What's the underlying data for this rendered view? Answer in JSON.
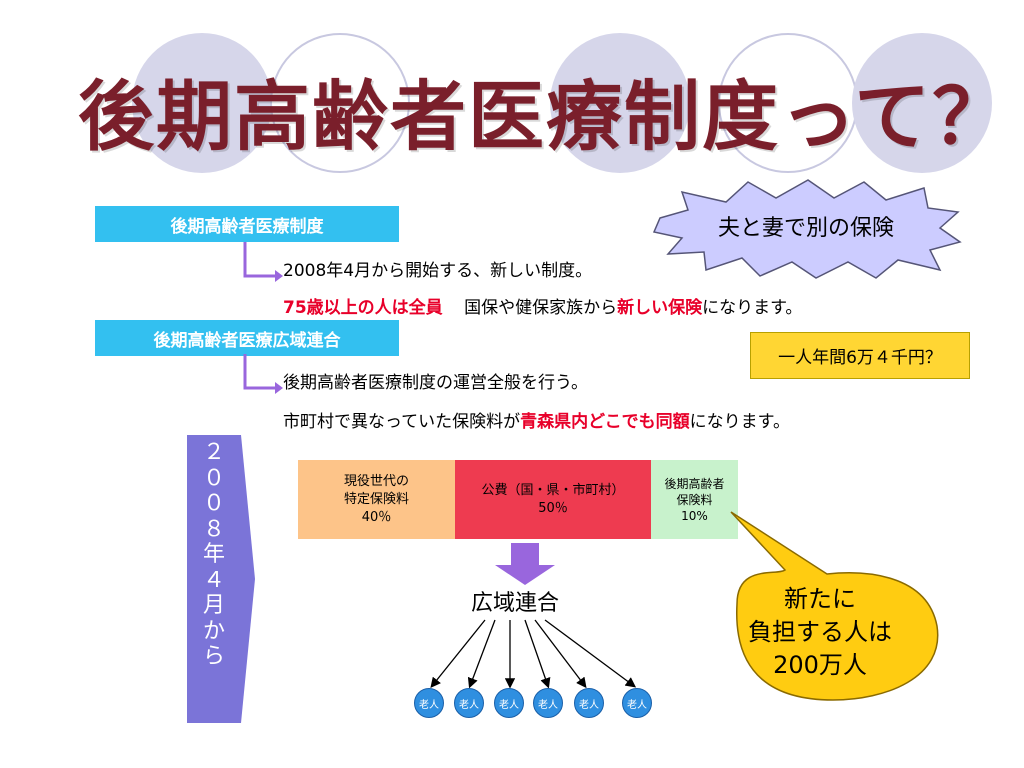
{
  "title": "後期高齢者医療制度って？",
  "section1": {
    "label": "後期高齢者医療制度",
    "line1": "2008年4月から開始する、新しい制度。",
    "line2": {
      "red_lead": "75歳以上の人は全員",
      "plain": "国保や健保家族から",
      "red_mid": "新しい保険",
      "tail": "になります。"
    }
  },
  "section2": {
    "label": "後期高齢者医療広域連合",
    "line1": "後期高齢者医療制度の運営全般を行う。",
    "line2": {
      "plain": "市町村で異なっていた保険料が",
      "red": "青森県内どこでも同額",
      "tail": "になります。"
    }
  },
  "burst": {
    "text": "夫と妻で別の保険"
  },
  "price_box": {
    "text": "一人年間6万４千円？"
  },
  "year_banner": {
    "text": "２\n０\n０\n８\n年\n４\n月\nか\nら"
  },
  "funding": {
    "segments": [
      {
        "text": "現役世代の\n特定保険料\n40％",
        "color": "#fdc489"
      },
      {
        "text": "公費（国・県・市町村）\n50％",
        "color": "#ee3b50"
      },
      {
        "text": "後期高齢者\n保険料\n10%",
        "color": "#c8f2cc"
      }
    ]
  },
  "union": {
    "label": "広域連合"
  },
  "persons": [
    "老人",
    "老人",
    "老人",
    "老人",
    "老人",
    "老人"
  ],
  "bubble": {
    "text": "新たに\n負担する人は\n200万人"
  },
  "colors": {
    "title": "#7a1f2b",
    "label_bg": "#33c0f0",
    "accent_red": "#e8002a",
    "banner": "#7b74d8",
    "arrow_purple": "#9966dd",
    "bubble": "#ffcc11"
  }
}
